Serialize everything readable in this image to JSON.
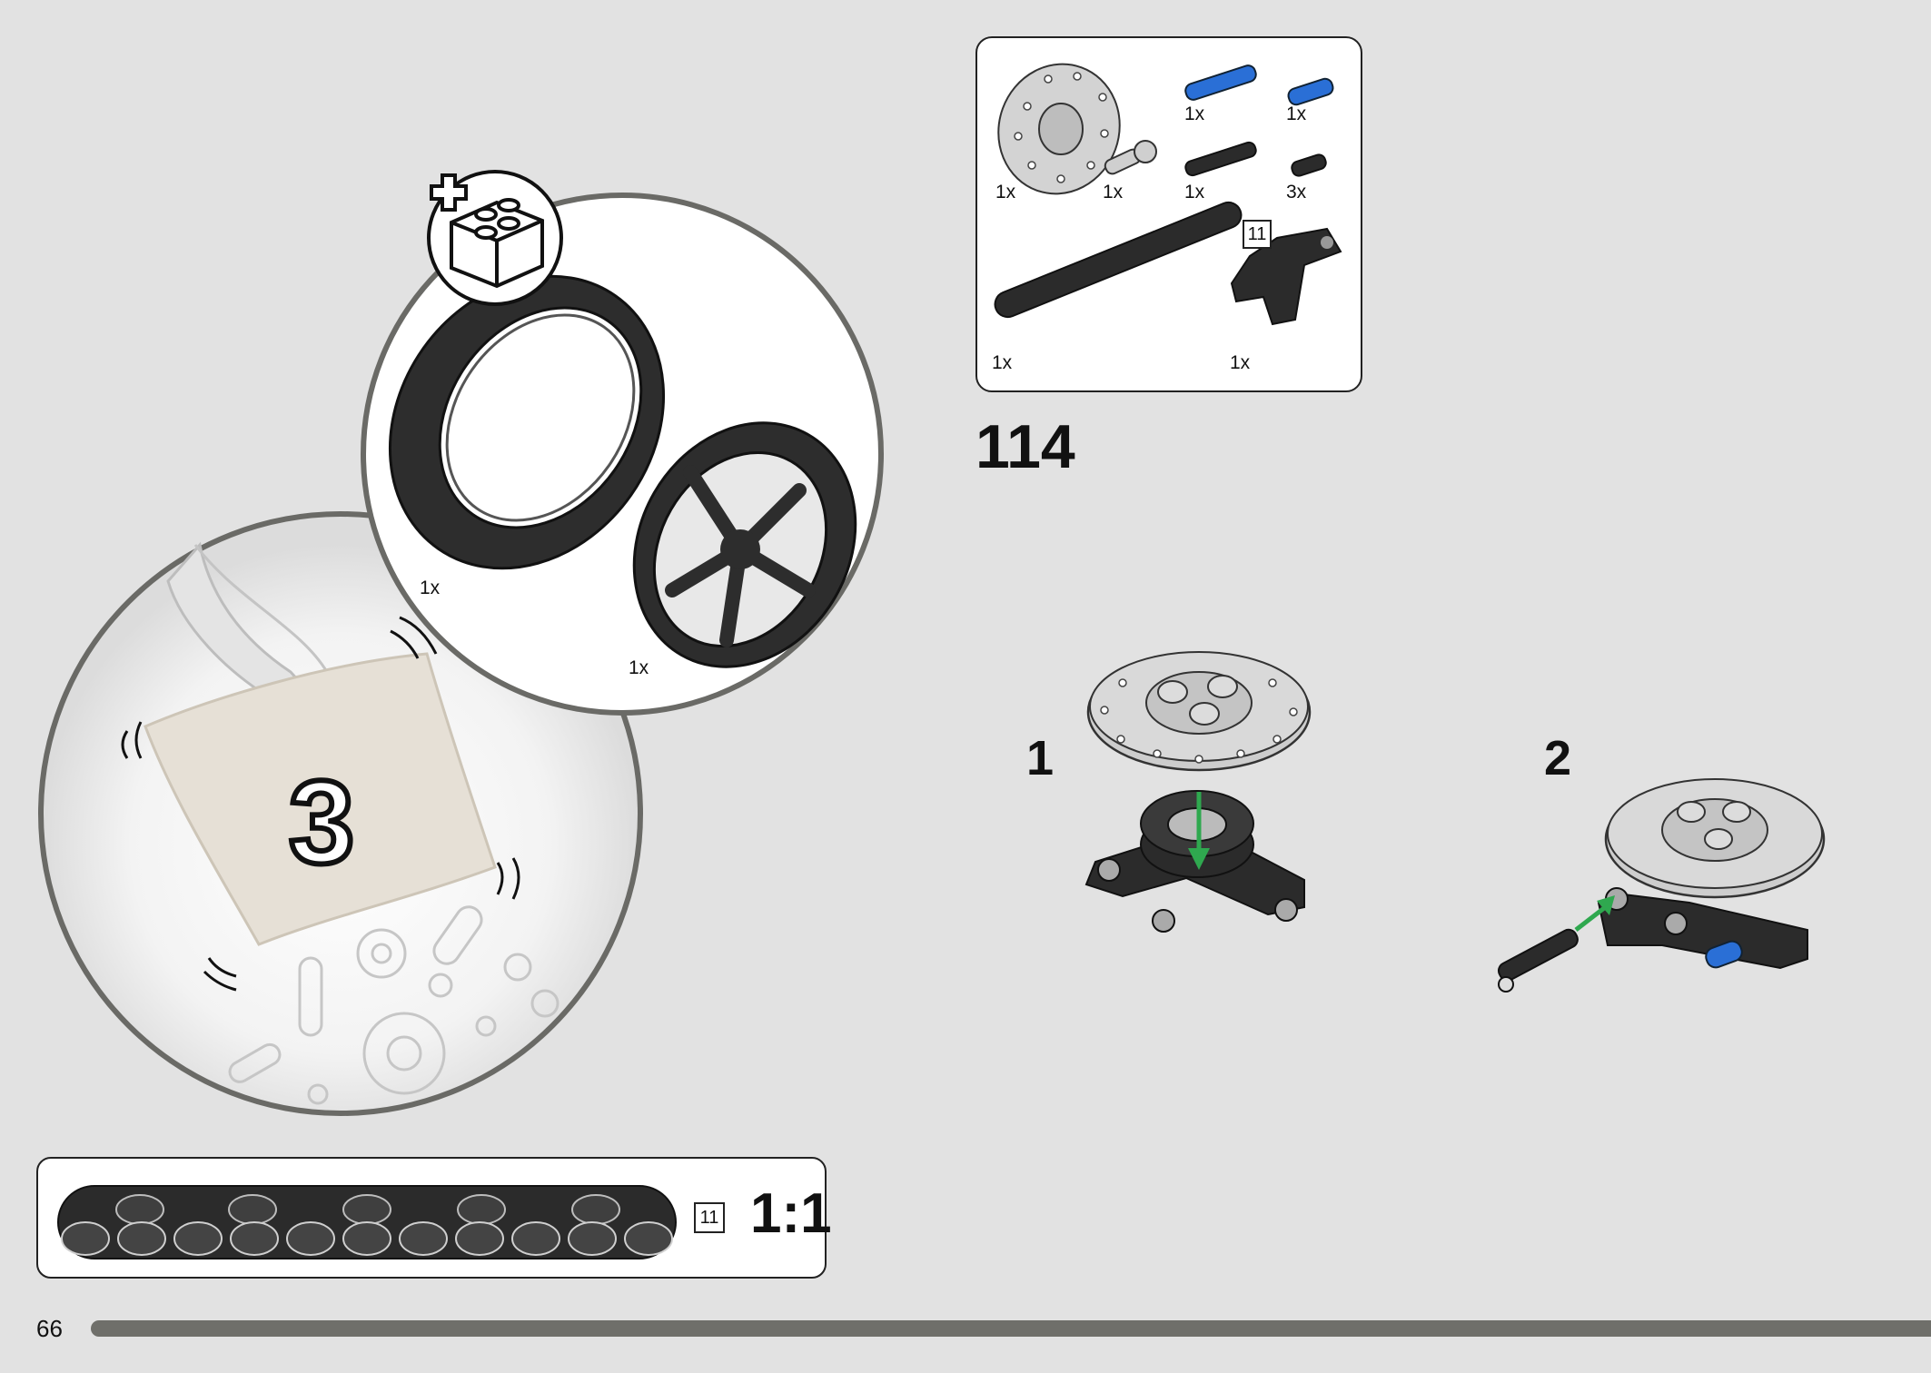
{
  "page": {
    "number": "66"
  },
  "bag_callout": {
    "bag_number": "3",
    "parts": [
      {
        "name": "tire",
        "qty": "1x"
      },
      {
        "name": "rim",
        "qty": "1x"
      }
    ]
  },
  "parts_list": {
    "items": [
      {
        "name": "brake-disc",
        "qty": "1x"
      },
      {
        "name": "blue-pin-long",
        "qty": "1x"
      },
      {
        "name": "blue-pin",
        "qty": "1x"
      },
      {
        "name": "pin-connector",
        "qty": "1x"
      },
      {
        "name": "black-axle-pin",
        "qty": "1x"
      },
      {
        "name": "black-pin",
        "qty": "3x"
      },
      {
        "name": "beam-11",
        "qty": "1x",
        "length_tag": "11"
      },
      {
        "name": "steering-hub",
        "qty": "1x"
      }
    ]
  },
  "step": {
    "number": "114"
  },
  "substeps": [
    {
      "number": "1"
    },
    {
      "number": "2"
    }
  ],
  "scale_ruler": {
    "length_tag": "11",
    "scale": "1:1"
  },
  "colors": {
    "background": "#e2e2e2",
    "part_black": "#2b2b2b",
    "part_grey": "#c9c9c9",
    "blue": "#2a6fd6",
    "arrow_green": "#2fa84f",
    "progress": "#6f6f6a"
  }
}
